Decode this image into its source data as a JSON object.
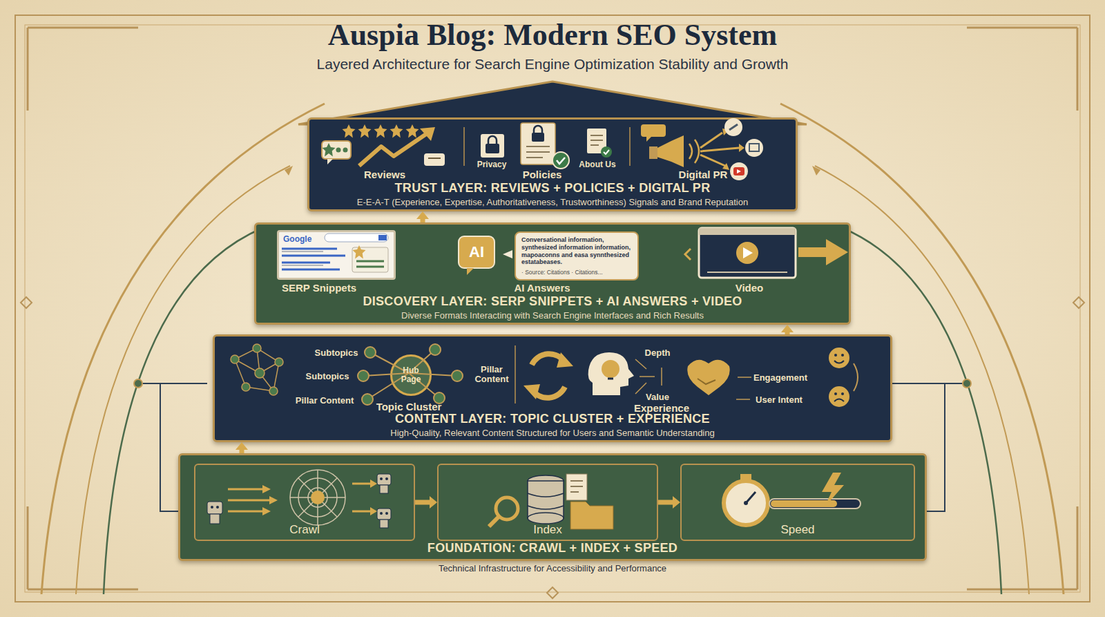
{
  "diagram": {
    "title": "Auspia Blog: Modern SEO System",
    "nodes": [
      {
        "text": [
          "TRUST LAYER: REVIEWS + POLICIES + DIGITAL PR",
          "E-E-A-T (Experience, Expertise, Authoritativeness, Trustworthiness) Signals and Brand Reputation"
        ]
      },
      {
        "text": [
          "DISCOVERY LAYER: SERP SNIPPETS + AI ANSWERS + VIDEO",
          "Diverse Formats Interacting with Search Engine Interfaces and Rich Results"
        ]
      },
      {
        "text": [
          "Google"
        ],
        "in": 1
      },
      {
        "text": [
          "Conversational information, synthesized information information, mapoaconns and easa synnthesized estatabeases.",
          "· Source: Citations · Citations..."
        ],
        "in": 1
      },
      {
        "text": [
          "CONTENT LAYER: TOPIC CLUSTER + EXPERIENCE",
          "High-Quality, Relevant Content Structured for Users and Semantic Understanding"
        ]
      },
      {
        "text": [
          "Hub Page"
        ],
        "in": 4
      },
      {
        "text": [
          "FOUNDATION: CRAWL + INDEX + SPEED",
          "Technical Infrastructure for Accessibility and Performance"
        ]
      },
      {
        "text": [
          "Crawl"
        ],
        "in": 6
      },
      {
        "text": [
          "Index"
        ],
        "in": 6
      },
      {
        "text": [
          "Speed"
        ],
        "in": 6
      }
    ],
    "edges": [
      {
        "from": 7,
        "to": 8,
        "arrow": "to"
      },
      {
        "from": 8,
        "to": 9,
        "arrow": "to"
      },
      {
        "from": 6,
        "to": 4,
        "arrow": "to"
      },
      {
        "from": 4,
        "to": 1,
        "arrow": "to"
      },
      {
        "from": 1,
        "to": 0,
        "arrow": "to"
      }
    ],
    "labels": [
      "Layered Architecture for Search Engine Optimization Stability and Growth",
      "Reviews",
      "Privacy",
      "Policies",
      "About Us",
      "Digital PR",
      "SERP Snippets",
      "AI",
      "AI Answers",
      "Video",
      "Subtopics",
      "Subtopics",
      "Pillar Content",
      "Pillar Content",
      "Topic Cluster",
      "Depth",
      "Value",
      "Experience",
      "Engagement",
      "User Intent"
    ]
  }
}
